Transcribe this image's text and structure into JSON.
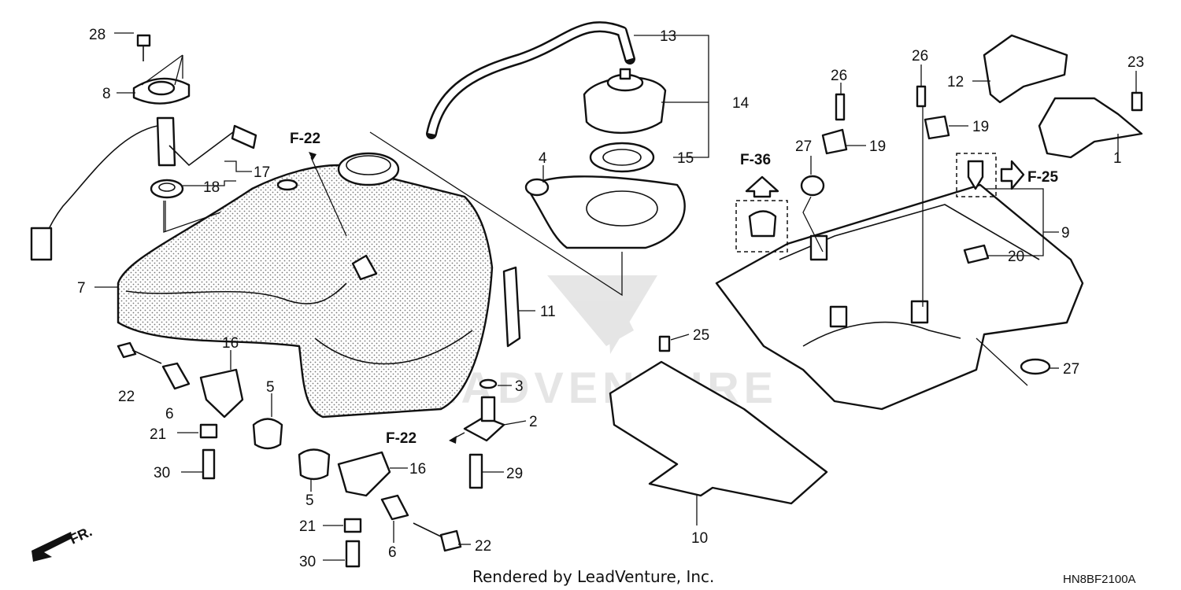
{
  "diagram": {
    "callouts": [
      {
        "id": "c28",
        "label": "28"
      },
      {
        "id": "c8",
        "label": "8"
      },
      {
        "id": "c17",
        "label": "17"
      },
      {
        "id": "c18",
        "label": "18"
      },
      {
        "id": "c7",
        "label": "7"
      },
      {
        "id": "c22a",
        "label": "22"
      },
      {
        "id": "c6a",
        "label": "6"
      },
      {
        "id": "c16a",
        "label": "16"
      },
      {
        "id": "c5a",
        "label": "5"
      },
      {
        "id": "c21a",
        "label": "21"
      },
      {
        "id": "c30a",
        "label": "30"
      },
      {
        "id": "c5b",
        "label": "5"
      },
      {
        "id": "c16b",
        "label": "16"
      },
      {
        "id": "c21b",
        "label": "21"
      },
      {
        "id": "c6b",
        "label": "6"
      },
      {
        "id": "c30b",
        "label": "30"
      },
      {
        "id": "c22b",
        "label": "22"
      },
      {
        "id": "c13",
        "label": "13"
      },
      {
        "id": "c14",
        "label": "14"
      },
      {
        "id": "c15",
        "label": "15"
      },
      {
        "id": "c4",
        "label": "4"
      },
      {
        "id": "c11",
        "label": "11"
      },
      {
        "id": "c3",
        "label": "3"
      },
      {
        "id": "c2",
        "label": "2"
      },
      {
        "id": "c29",
        "label": "29"
      },
      {
        "id": "c25",
        "label": "25"
      },
      {
        "id": "c10",
        "label": "10"
      },
      {
        "id": "c26a",
        "label": "26"
      },
      {
        "id": "c27a",
        "label": "27"
      },
      {
        "id": "c19a",
        "label": "19"
      },
      {
        "id": "c26b",
        "label": "26"
      },
      {
        "id": "c19b",
        "label": "19"
      },
      {
        "id": "c12",
        "label": "12"
      },
      {
        "id": "c23",
        "label": "23"
      },
      {
        "id": "c1",
        "label": "1"
      },
      {
        "id": "c9",
        "label": "9"
      },
      {
        "id": "c20",
        "label": "20"
      },
      {
        "id": "c27b",
        "label": "27"
      }
    ],
    "refs": {
      "f22_top": "F-22",
      "f22_mid": "F-22",
      "f36": "F-36",
      "f25": "F-25"
    },
    "front_marker": "FR.",
    "watermark": "LEADVENTURE",
    "footer": "Rendered by LeadVenture, Inc.",
    "diagram_code": "HN8BF2100A"
  }
}
